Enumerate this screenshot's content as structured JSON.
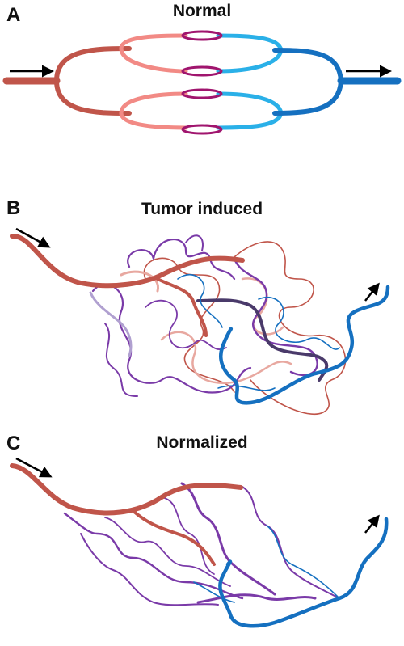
{
  "panels": [
    {
      "letter": "A",
      "title": "Normal"
    },
    {
      "letter": "B",
      "title": "Tumor induced"
    },
    {
      "letter": "C",
      "title": "Normalized"
    }
  ],
  "colors": {
    "artery": "#c0554a",
    "artery_light": "#f28a85",
    "capillary": "#a0156e",
    "vein": "#1570c0",
    "vein_light": "#2ab0e8",
    "purple": "#7a3aa8",
    "dark_purple": "#4a3a6a",
    "pale_red": "#e8a8a0",
    "lavender": "#b0a0d0",
    "arrow": "#000000"
  },
  "icons": [
    "flow-arrow-icon"
  ]
}
